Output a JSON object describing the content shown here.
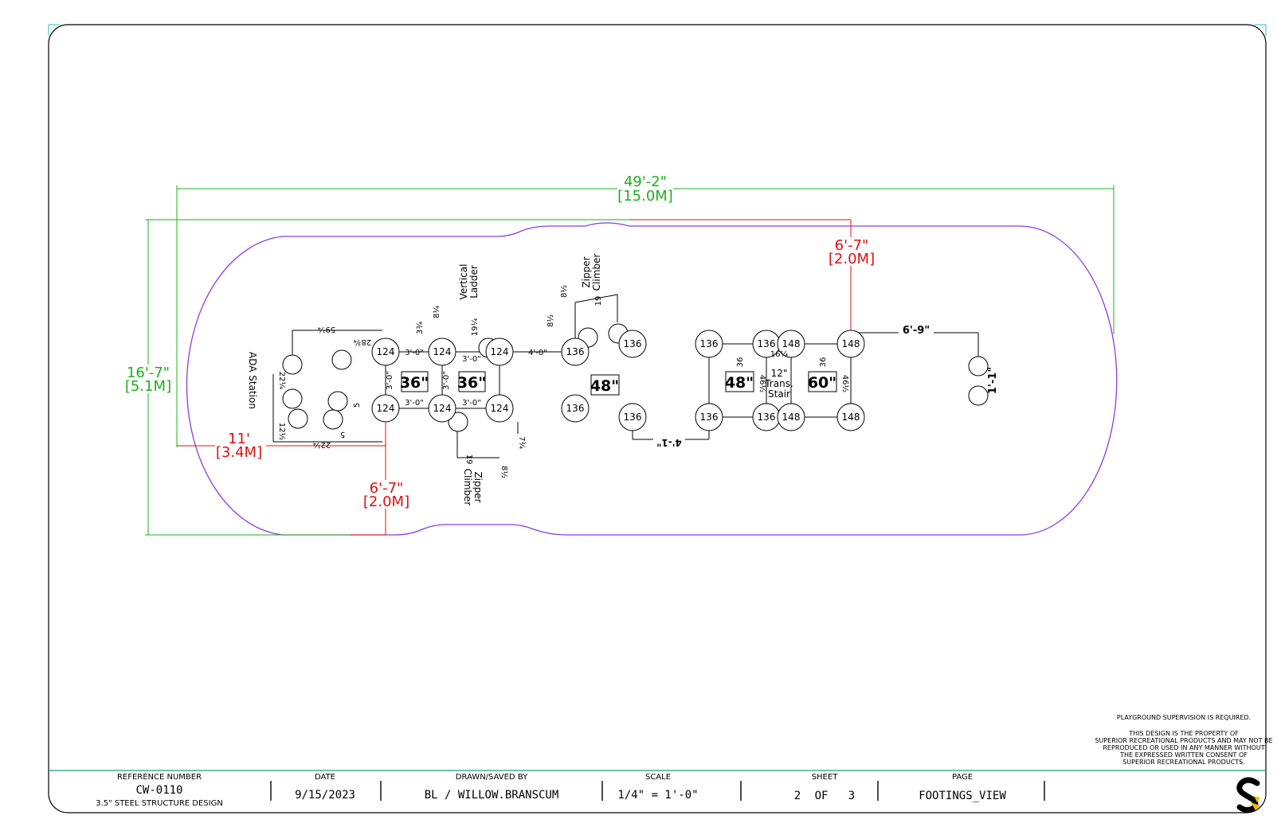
{
  "dimensions": {
    "overall_width_ft": "49'-2\"",
    "overall_width_m": "[15.0M]",
    "overall_depth_ft": "16'-7\"",
    "overall_depth_m": "[5.1M]",
    "left_offset_ft": "11'",
    "left_offset_m": "[3.4M]",
    "top_offset_ft": "6'-7\"",
    "top_offset_m": "[2.0M]",
    "bottom_offset_ft": "6'-7\"",
    "bottom_offset_m": "[2.0M]",
    "right_run": "6'-9\"",
    "right_drop": "1'-1\"",
    "bottom_run": "4'-1\""
  },
  "spacings": {
    "s1": "3'-0\"",
    "s2": "3'-0\"",
    "s3": "3'-0\"",
    "s4": "3'-0\"",
    "s5": "3'-0\"",
    "s6": "3'-0\"",
    "s7": "4'-0\"",
    "d59": "59¼",
    "d28": "28¾",
    "d22a": "22¼",
    "d12": "12½",
    "d22b": "22¼",
    "d5a": "5",
    "d5b": "5",
    "d3": "3¾",
    "d8a": "8¼",
    "d19a": "19¼",
    "d8b": "8½",
    "d8c": "8½",
    "d19b": "19",
    "d19c": "19",
    "d8d": "8½",
    "d7": "7¾",
    "d16": "16¼",
    "d36a": "36",
    "d36b": "36",
    "d46a": "46½",
    "d46b": "46½"
  },
  "deck_heights": [
    "36\"",
    "36\"",
    "48\"",
    "48\"",
    "60\""
  ],
  "components": {
    "ada": "ADA Station",
    "ladder_1": "Vertical",
    "ladder_2": "Ladder",
    "zipper_top_1": "Zipper",
    "zipper_top_2": "Climber",
    "zipper_bot_1": "Zipper",
    "zipper_bot_2": "Climber",
    "stair_1": "12\"",
    "stair_2": "Trans.",
    "stair_3": "Stair"
  },
  "posts": {
    "p1": "124",
    "p2": "124",
    "p3": "124",
    "p4": "124",
    "p5": "124",
    "p6": "124",
    "p7": "136",
    "p8": "136",
    "p9": "136",
    "p10": "136",
    "p11": "136",
    "p12": "136",
    "p13": "136",
    "p14": "136",
    "p15": "148",
    "p16": "148",
    "p17": "148",
    "p18": "148"
  },
  "notes": {
    "supervision": "PLAYGROUND SUPERVISION IS REQUIRED.",
    "property_1": "THIS DESIGN IS THE PROPERTY OF",
    "property_2": "SUPERIOR RECREATIONAL PRODUCTS AND MAY NOT BE",
    "property_3": "REPRODUCED OR USED IN ANY MANNER WITHOUT",
    "property_4": "THE EXPRESSED WRITTEN CONSENT OF",
    "property_5": "SUPERIOR RECREATIONAL PRODUCTS."
  },
  "title_block": {
    "ref_label": "REFERENCE NUMBER",
    "ref_value": "CW-0110",
    "ref_desc": "3.5\" STEEL STRUCTURE DESIGN",
    "date_label": "DATE",
    "date_value": "9/15/2023",
    "drawn_label": "DRAWN/SAVED BY",
    "drawn_value": "BL / WILLOW.BRANSCUM",
    "scale_label": "SCALE",
    "scale_value": "1/4\" = 1'-0\"",
    "sheet_label": "SHEET",
    "sheet_num": "2",
    "sheet_of": "OF",
    "sheet_total": "3",
    "page_label": "PAGE",
    "page_value": "FOOTINGS_VIEW"
  },
  "colors": {
    "border": "#000000",
    "title_rule": "#1a9a7a",
    "dim_green": "#1cb01c",
    "dim_red": "#e01010",
    "outline_purple": "#8a3ce6",
    "logo_black": "#000000",
    "logo_yellow": "#f5b800"
  },
  "logo_icon": "superior-s-logo-icon"
}
